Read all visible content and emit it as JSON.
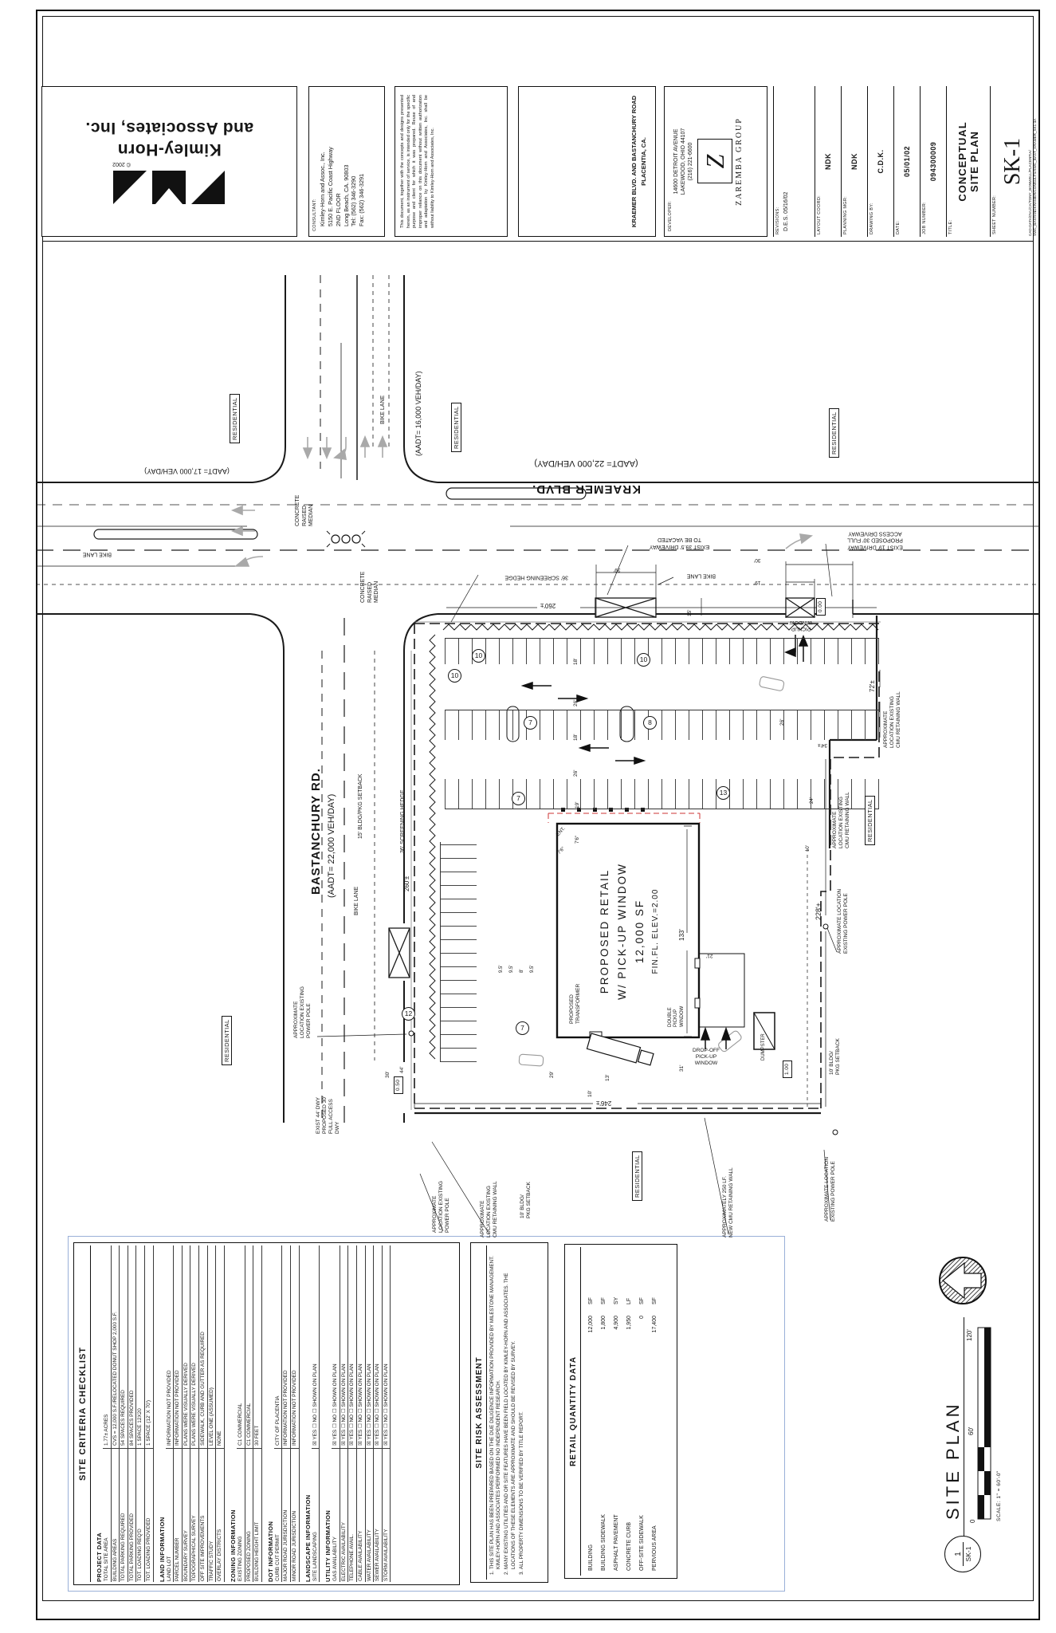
{
  "title_block": {
    "firm": {
      "name_line1": "Kimley-Horn",
      "name_line2": "and Associates, Inc.",
      "copyright": "© 2002"
    },
    "consultant": {
      "label": "CONSULTANT:",
      "line1": "Kimley-Horn and Assoc., Inc.",
      "line2": "5150 E. Pacific Coast Highway",
      "line3": "2ND FLOOR",
      "line4": "Long Beach, CA. 90803",
      "line5": "Tel: (562) 346-3290",
      "line6": "Fax: (562) 346-3291"
    },
    "disclaimer": "This document, together with the concepts and designs presented herein, as an instrument of service, is intended only for the specific purpose and client for which it was prepared. Reuse of and improper reliance on this document without written authorization and adaptation by Kimley-Horn and Associates, Inc. shall be without liability to Kimley-Horn and Associates, Inc.",
    "project": {
      "line1": "KRAEMER BLVD. AND BASTANCHURY ROAD",
      "line2": "PLACENTIA, CA."
    },
    "developer": {
      "label": "DEVELOPER:",
      "address1": "14600 DETROIT AVENUE",
      "address2": "LAKEWOOD, OHIO 44107",
      "phone": "(216) 221-6600",
      "logo_letter": "Z",
      "company": "ZAREMBA  GROUP"
    },
    "revisions": {
      "label": "REVISIONS:",
      "entry": "D.E.S. 05/16/02"
    },
    "fields": [
      {
        "label": "LAYOUT COORD:",
        "value": "NDK"
      },
      {
        "label": "PLANNING MGR:",
        "value": "NDK"
      },
      {
        "label": "DRAWING BY:",
        "value": "C.D.K."
      },
      {
        "label": "DATE:",
        "value": "05/01/02"
      },
      {
        "label": "JOB NUMBER:",
        "value": "094300009"
      }
    ],
    "title": {
      "label": "TITLE:",
      "line1": "CONCEPTUAL",
      "line2": "SITE PLAN"
    },
    "sheet": {
      "label": "SHEET NUMBER:",
      "number": "SK-1"
    },
    "file_path": {
      "line1": "CAD-DATA/DVL/CA/TONY_BONWELL/PLACENTIA/",
      "line2": "SWC_BASTANDKRAMER/CONSULTS/SWC_BAST_KRAMER_SK1-3A"
    }
  },
  "plan": {
    "roads": {
      "kraemer_name": "KRAEMER BLVD.",
      "kraemer_aadt": "(AADT= 22,000 VEH/DAY)",
      "bastanchury_name": "BASTANCHURY RD.",
      "bastanchury_aadt": "(AADT= 22,000 VEH/DAY)",
      "aadt_north": "(AADT= 16,000 VEH/DAY)",
      "aadt_west": "(AADT= 17,000 VEH/DAY)",
      "bike_lane": "BIKE LANE"
    },
    "labels": {
      "residential": "RESIDENTIAL",
      "median": "CONCRETE\nRAISED\nMEDIAN",
      "hedge36": "36' SCREENING HEDGE",
      "setback15": "15' BLDG/PKG SETBACK",
      "setback10": "10' BLDG/\nPKG SETBACK",
      "exist395": "EXIST 39.5' DRIVEWAY\nTO BE VACATED",
      "exist19": "EXIST 19' DRIVEWAY\nPROPOSED 30' FULL\nACCESS DRIVEWAY",
      "exist44": "EXIST 44' DWY\nPROPOSED 30'\nFULL ACCESS\nDWY",
      "pickup": "PICKUP\nWINDOW",
      "double_pickup": "DOUBLE\nPICKUP\nWINDOW",
      "dropoff": "DROP-OFF\nPICK-UP\nWINDOW",
      "transformer": "PROPOSED\nTRANSFORMER",
      "dumpster": "DUMPSTER",
      "ent": "ENT.",
      "power_pole3": "APPROXIMATE\nLOCATION EXISTING\nPOWER POLE",
      "power_pole2": "APPROXIMATE LOCATION\nEXISTING POWER POLE",
      "cmu3": "APPROXIMATE\nLOCATION EXISTING\nCMU RETAINING WALL",
      "new_wall": "APPROXIMATELY 250 LF.\nNEW CMU RETAINING WALL"
    },
    "building": {
      "l1": "PROPOSED RETAIL",
      "l2": "W/ PICK-UP WINDOW",
      "l3": "12,000 SF",
      "l4": "FIN.FL. ELEV.=2.00"
    },
    "dims": {
      "d39": "39'",
      "d15": "15'",
      "d30": "30'",
      "d19": "19'",
      "d18": "18'",
      "d26": "26'",
      "d260": "260'±",
      "d246": "246'±",
      "d228": "228'±",
      "d133": "133'",
      "d72": "72'±",
      "d34": "34'±",
      "d21": "21'",
      "d31": "31'",
      "d29": "29'",
      "d13": "13'",
      "d10": "10'",
      "d44": "44'",
      "d24": "24'",
      "d95": "9.5'",
      "d8": "8'",
      "d76": "7'6\"",
      "e000": "0.00",
      "e100": "1.00",
      "e050": "0.50"
    },
    "parking": {
      "counts": [
        "10",
        "10",
        "10",
        "7",
        "8",
        "7",
        "13",
        "12",
        "7"
      ]
    }
  },
  "tables": {
    "site_criteria": {
      "title": "SITE CRITERIA CHECKLIST",
      "sections": [
        {
          "name": "PROJECT DATA",
          "rows": [
            {
              "label": "TOTAL SITE AREA",
              "value": "1.77± ACRES"
            },
            {
              "label": "BUILDING AREAS",
              "value": "CVS = 12,000 S.F./RELOCATED DONUT SHOP 2,000 S.F."
            },
            {
              "label": "TOTAL PARKING REQUIRED",
              "value": "54 SPACES REQUIRED"
            },
            {
              "label": "TOTAL PARKING PROVIDED",
              "value": "84 SPACES PROVIDED"
            },
            {
              "label": "TOT. LOADING REQ'D",
              "value": "1 SPACE 12X20"
            },
            {
              "label": "TOT. LOADING PROVIDED",
              "value": "1 SPACE (12' X 70')"
            }
          ]
        },
        {
          "name": "LAND INFORMATION",
          "rows": [
            {
              "label": "LAND LOT",
              "value": "INFORMATION NOT PROVIDED"
            },
            {
              "label": "PARCEL NUMBER",
              "value": "INFORMATION NOT PROVIDED"
            },
            {
              "label": "BOUNDARY SURVEY",
              "value": "PLANS WERE VISUALLY DERIVED"
            },
            {
              "label": "TOPOGRAPHICAL SURVEY",
              "value": "PLANS WERE VISUALLY DERIVED"
            },
            {
              "label": "OFF SITE IMPROVEMENTS",
              "value": "SIDEWALK, CURB AND GUTTER AS REQUIRED"
            },
            {
              "label": "TRAFFIC STUDY",
              "value": "LEVEL ONE (ASSUMED)"
            },
            {
              "label": "OVERLAY DISTRICTS",
              "value": "NONE"
            }
          ]
        },
        {
          "name": "ZONING INFORMATION",
          "rows": [
            {
              "label": "EXISTING ZONING",
              "value": "C1 COMMERCIAL"
            },
            {
              "label": "PROPOSED ZONING",
              "value": "C1 COMMERCIAL"
            },
            {
              "label": "BUILDING HEIGHT LIMIT",
              "value": "30 FEET"
            }
          ]
        },
        {
          "name": "DOT INFORMATION",
          "rows": [
            {
              "label": "CURB CUT PERMIT",
              "value": "CITY OF PLACENTIA"
            },
            {
              "label": "MAJOR ROAD JURISDICTION",
              "value": "INFORMATION NOT PROVIDED"
            },
            {
              "label": "MINOR ROAD JURISDICTION",
              "value": "INFORMATION NOT PROVIDED"
            }
          ]
        },
        {
          "name": "LANDSCAPE INFORMATION",
          "rows": [
            {
              "label": "SITE LANDSCAPING",
              "value": "☒ YES   ☐ NO   ☐ SHOWN ON PLAN"
            }
          ]
        },
        {
          "name": "UTILITY INFORMATION",
          "rows": [
            {
              "label": "GAS AVAILABILITY",
              "value": "☒ YES   ☐ NO   ☐ SHOWN ON PLAN"
            },
            {
              "label": "ELECTRIC AVAILABILITY",
              "value": "☒ YES   ☐ NO   ☐ SHOWN ON PLAN"
            },
            {
              "label": "TELEPHONE AVAIL.",
              "value": "☒ YES   ☐ NO   ☐ SHOWN ON PLAN"
            },
            {
              "label": "CABLE AVAILABILITY",
              "value": "☒ YES   ☐ NO   ☐ SHOWN ON PLAN"
            },
            {
              "label": "WATER AVAILABILITY",
              "value": "☒ YES   ☐ NO   ☐ SHOWN ON PLAN"
            },
            {
              "label": "SEWER AVAILABILITY",
              "value": "☒ YES   ☐ NO   ☐ SHOWN ON PLAN"
            },
            {
              "label": "STORM AVAILABILITY",
              "value": "☒ YES   ☐ NO   ☐ SHOWN ON PLAN"
            }
          ]
        }
      ]
    },
    "risk": {
      "title": "SITE RISK ASSESSMENT",
      "notes": [
        "THIS SITE PLAN HAS BEEN PREPARED BASED ON THE DUE DILIGENCE INFORMATION PROVIDED BY MILESTONE MANAGEMENT. KIMLEY-HORN AND ASSOCIATES PERFORMED NO INDEPENDENT RESEARCH.",
        "MANY EXISTING UTILITIES AND OR SITE FEATURES HAVE BEEN FIELD LOCATED BY KIMLEY-HORN AND ASSOCIATES. THE LOCATIONS OF THESE ELEMENTS ARE APPROXIMATE AND SHOULD BE REVISED BY SURVEY.",
        "ALL PROPERTY DIMENSIONS TO BE VERIFIED BY TITLE REPORT."
      ]
    },
    "retail": {
      "title": "RETAIL QUANTITY DATA",
      "rows": [
        {
          "label": "BUILDING",
          "value": "12,000",
          "unit": "SF"
        },
        {
          "label": "BUILDING SIDEWALK",
          "value": "1,800",
          "unit": "SF"
        },
        {
          "label": "ASPHALT PAVEMENT",
          "value": "4,900",
          "unit": "SY"
        },
        {
          "label": "CONCRETE CURB",
          "value": "1,950",
          "unit": "LF"
        },
        {
          "label": "OFF-SITE SIDEWALK",
          "value": "0",
          "unit": "SF"
        },
        {
          "label": "PERVIOUS AREA",
          "value": "17,400",
          "unit": "SF"
        }
      ]
    }
  },
  "callout": {
    "number": "1",
    "sheet": "SK-1",
    "title": "SITE PLAN"
  },
  "scale_bar": {
    "zero": "0",
    "mid": "60'",
    "max": "120'",
    "text": "SCALE: 1\" = 60'-0\""
  }
}
